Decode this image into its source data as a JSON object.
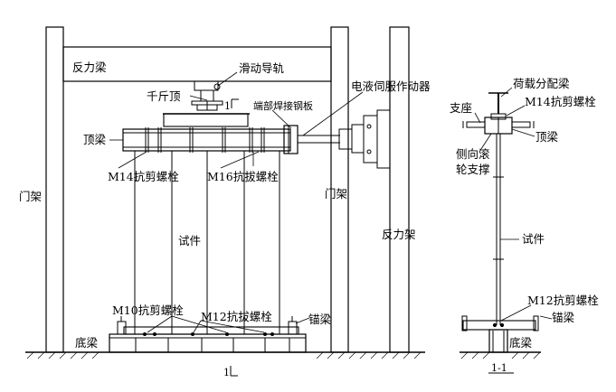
{
  "main_view": {
    "reaction_beam": "反力梁",
    "sliding_rail": "滑动导轨",
    "jack": "千斤顶",
    "section_mark_top": "1",
    "end_plate": "端部焊接钢板",
    "actuator": "电液伺服作动器",
    "top_beam": "顶梁",
    "m14_bolt": "M14抗剪螺栓",
    "m16_bolt": "M16抗拔螺栓",
    "portal_frame_left": "门架",
    "portal_frame_right": "门架",
    "specimen": "试件",
    "reaction_frame": "反力架",
    "m10_bolt": "M10抗剪螺栓",
    "m12_bolt": "M12抗拔螺栓",
    "anchor_beam": "锚梁",
    "base_beam": "底梁",
    "section_mark_bottom": "1"
  },
  "section_view": {
    "load_beam": "荷载分配梁",
    "m14_bolt": "M14抗剪螺栓",
    "support": "支座",
    "top_beam": "顶梁",
    "roller_line1": "侧向滚",
    "roller_line2": "轮支撑",
    "specimen": "试件",
    "m12_bolt": "M12抗剪螺栓",
    "anchor_beam": "锚梁",
    "base_beam": "底梁",
    "title": "1-1"
  }
}
